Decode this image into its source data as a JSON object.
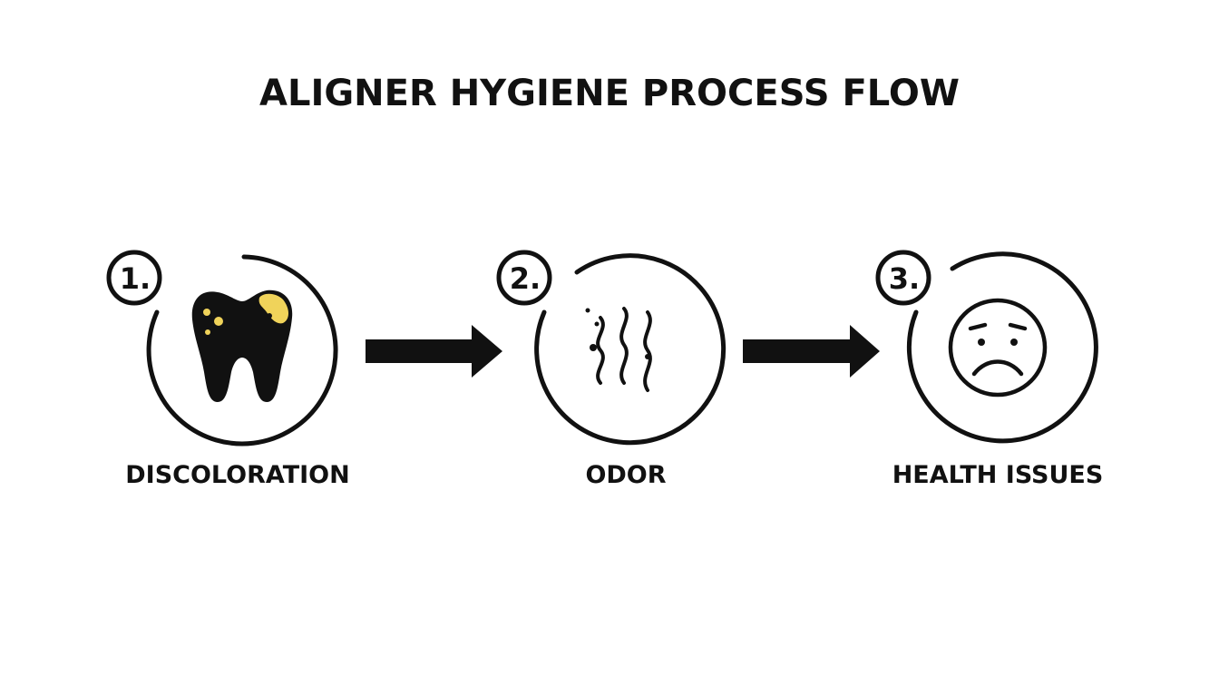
{
  "title": "ALIGNER HYGIENE PROCESS FLOW",
  "steps": [
    {
      "number": "1.",
      "label": "DISCOLORATION",
      "icon": "stained-tooth-icon"
    },
    {
      "number": "2.",
      "label": "ODOR",
      "icon": "odor-waves-icon"
    },
    {
      "number": "3.",
      "label": "HEALTH ISSUES",
      "icon": "sad-face-icon"
    }
  ],
  "colors": {
    "ink": "#111111",
    "stain": "#f0d35a",
    "background": "#ffffff"
  }
}
